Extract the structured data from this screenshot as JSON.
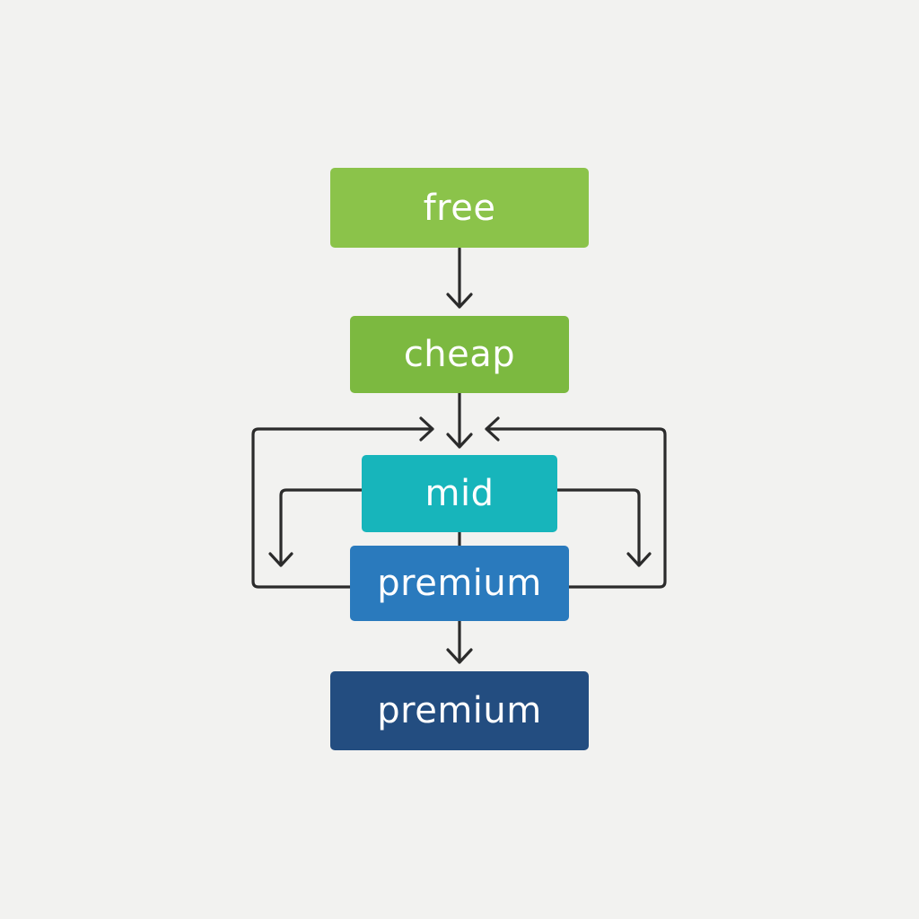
{
  "diagram": {
    "nodes": [
      {
        "id": "free",
        "label": "free",
        "color": "#8bc34a"
      },
      {
        "id": "cheap",
        "label": "cheap",
        "color": "#7cb940"
      },
      {
        "id": "mid",
        "label": "mid",
        "color": "#17b5bb"
      },
      {
        "id": "premium-1",
        "label": "premium",
        "color": "#2a7abd"
      },
      {
        "id": "premium-2",
        "label": "premium",
        "color": "#234d80"
      }
    ],
    "edges": [
      {
        "from": "free",
        "to": "cheap"
      },
      {
        "from": "cheap",
        "to": "mid"
      },
      {
        "from": "mid",
        "to": "premium-1"
      },
      {
        "from": "premium-1",
        "to": "premium-2"
      },
      {
        "from": "premium-1",
        "to": "mid",
        "side": "left"
      },
      {
        "from": "premium-1",
        "to": "mid",
        "side": "right"
      },
      {
        "from": "mid",
        "to": "premium-1",
        "side": "left"
      },
      {
        "from": "mid",
        "to": "premium-1",
        "side": "right"
      }
    ],
    "line_color": "#2b2b2b",
    "background": "#f2f2f0"
  }
}
